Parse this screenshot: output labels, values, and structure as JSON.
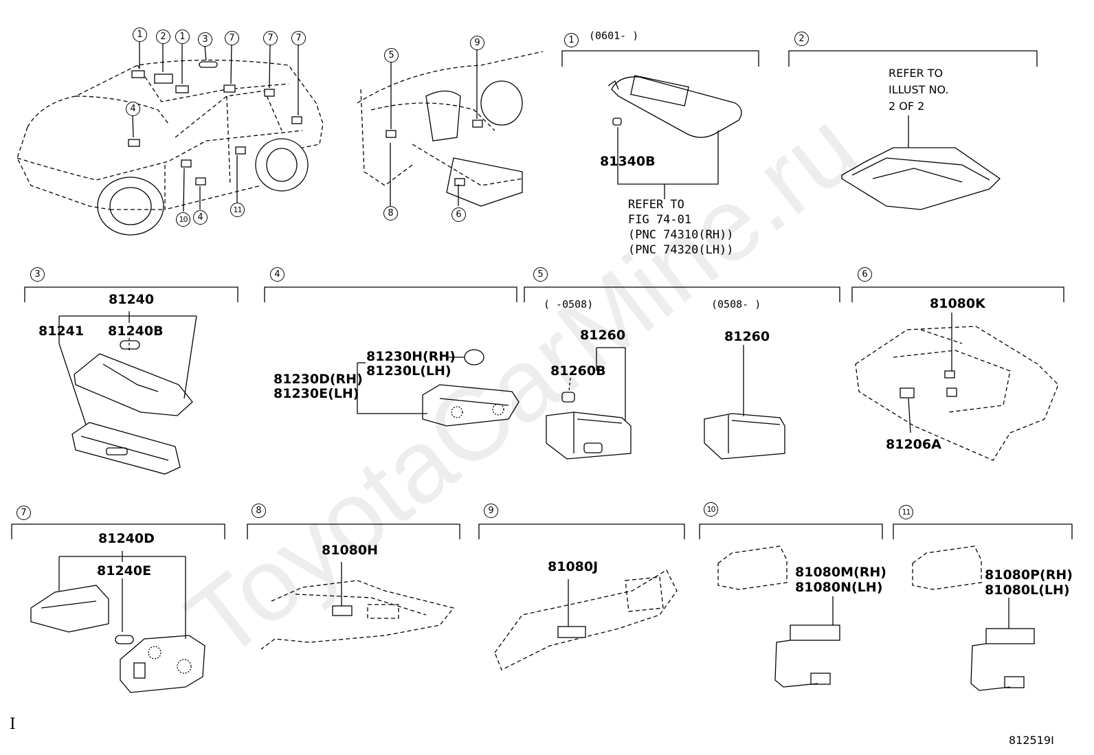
{
  "watermark": "ToyotaCarMine.ru",
  "overview_car_callouts": [
    "1",
    "2",
    "1",
    "3",
    "7",
    "7",
    "7",
    "4",
    "10",
    "4",
    "11"
  ],
  "overview_dash_callouts": [
    "5",
    "9",
    "8",
    "6"
  ],
  "sections": {
    "s1": {
      "num": "1",
      "range": "(0601-     )",
      "part": "81340B",
      "refer_lines": [
        "REFER TO",
        "FIG 74-01",
        "(PNC 74310(RH))",
        "(PNC 74320(LH))"
      ]
    },
    "s2": {
      "num": "2",
      "refer_lines": [
        "REFER TO",
        "ILLUST NO.",
        "2 OF 2"
      ]
    },
    "s3": {
      "num": "3",
      "parts": [
        "81240",
        "81241",
        "81240B"
      ]
    },
    "s4": {
      "num": "4",
      "parts": [
        "81230H(RH)",
        "81230L(LH)",
        "81230D(RH)",
        "81230E(LH)"
      ]
    },
    "s5": {
      "num": "5",
      "range_a": "(     -0508)",
      "range_b": "(0508-     )",
      "parts": [
        "81260",
        "81260B",
        "81260"
      ]
    },
    "s6": {
      "num": "6",
      "parts": [
        "81080K",
        "81206A"
      ]
    },
    "s7": {
      "num": "7",
      "parts": [
        "81240D",
        "81240E"
      ]
    },
    "s8": {
      "num": "8",
      "parts": [
        "81080H"
      ]
    },
    "s9": {
      "num": "9",
      "parts": [
        "81080J"
      ]
    },
    "s10": {
      "num": "10",
      "parts": [
        "81080M(RH)",
        "81080N(LH)"
      ]
    },
    "s11": {
      "num": "11",
      "parts": [
        "81080P(RH)",
        "81080L(LH)"
      ]
    }
  },
  "footer_left": "I",
  "footer_code": "812519I"
}
